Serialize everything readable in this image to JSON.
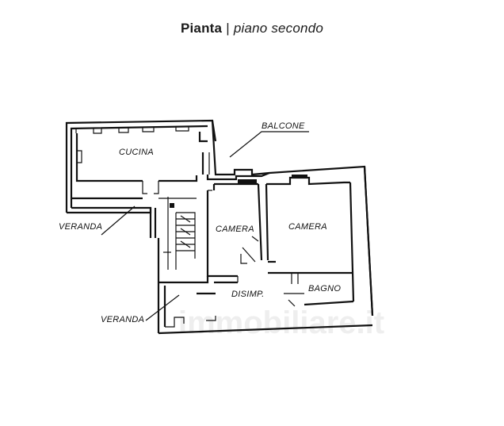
{
  "title": {
    "main": "Pianta",
    "separator": "|",
    "floor": "piano secondo"
  },
  "rooms": {
    "cucina": "CUCINA",
    "balcone": "BALCONE",
    "camera_1": "CAMERA",
    "camera_2": "CAMERA",
    "veranda_1": "VERANDA",
    "veranda_2": "VERANDA",
    "disimpegno": "DISIMP.",
    "bagno": "BAGNO"
  },
  "watermark": "immobiliare.it"
}
